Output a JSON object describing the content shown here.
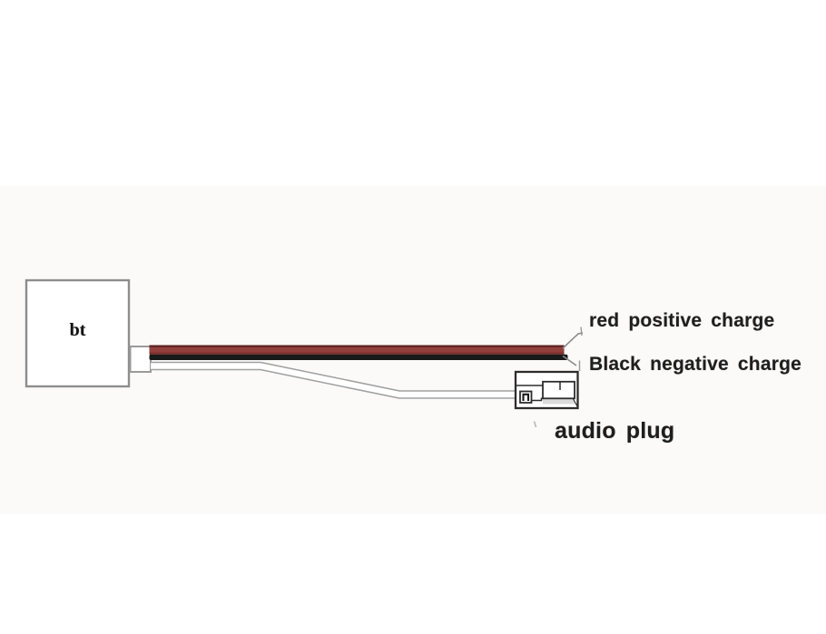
{
  "diagram": {
    "device_label": "bt",
    "wire_labels": {
      "red": "red positive charge",
      "black": "Black negative charge"
    },
    "plug_label": "audio plug"
  },
  "colors": {
    "background": "#ffffff",
    "background_band": "#fbfaf9",
    "red_wire": "#93403d",
    "red_wire_dark_edge": "#5c201e",
    "red_wire_bottom_edge": "#7a2f2d",
    "black_wire": "#191919",
    "white_wire_casing": "#a0a0a0",
    "box_border": "#8d8d8d",
    "connector_border": "#9a9a9a",
    "plug_outline": "#2d2d2d",
    "plug_shading": "#c9c9c9",
    "pointer_line": "#8a8a8a",
    "label_text": "#1e1e1e"
  }
}
